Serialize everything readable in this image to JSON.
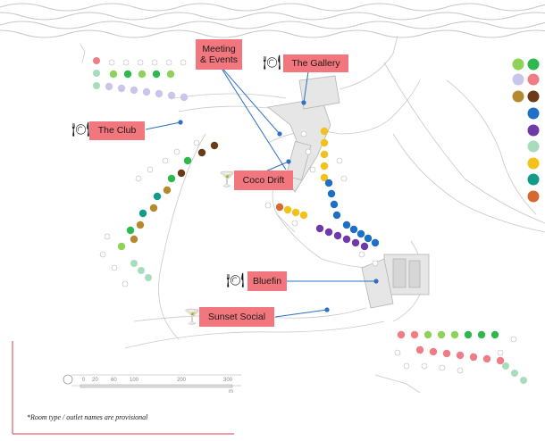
{
  "outlets": {
    "meeting": "Meeting\n& Events",
    "gallery": "The Gallery",
    "club": "The Club",
    "coco": "Coco Drift",
    "bluefin": "Bluefin",
    "sunset": "Sunset Social"
  },
  "icons": {
    "gallery": "restaurant-icon",
    "club": "restaurant-icon",
    "coco": "cocktail-icon",
    "bluefin": "restaurant-icon",
    "sunset": "cocktail-icon"
  },
  "scale_labels": [
    "0",
    "20",
    "60",
    "100",
    "200",
    "300"
  ],
  "scale_unit": "m",
  "footnote": "*Room type / outlet names are provisional",
  "colors": {
    "label_bg": "#f2767d",
    "light_green": "#8fd25a",
    "green": "#2eb84e",
    "lavender": "#c9c6ec",
    "pink": "#f07c86",
    "gold": "#b58a2e",
    "brown": "#6b3b17",
    "blue": "#1e6fc6",
    "purple": "#6f3aa8",
    "mint": "#a8dcbb",
    "yellow": "#f4c01a",
    "teal": "#139a8a",
    "orange": "#d6692f",
    "leader_line": "#2f6fc4",
    "frame_line": "#d43d52"
  },
  "legend": [
    [
      "light_green",
      "green"
    ],
    [
      "lavender",
      "pink"
    ],
    [
      "gold",
      "brown"
    ],
    [
      "blue"
    ],
    [
      "purple"
    ],
    [
      "mint"
    ],
    [
      "yellow"
    ],
    [
      "teal"
    ],
    [
      "orange"
    ]
  ]
}
